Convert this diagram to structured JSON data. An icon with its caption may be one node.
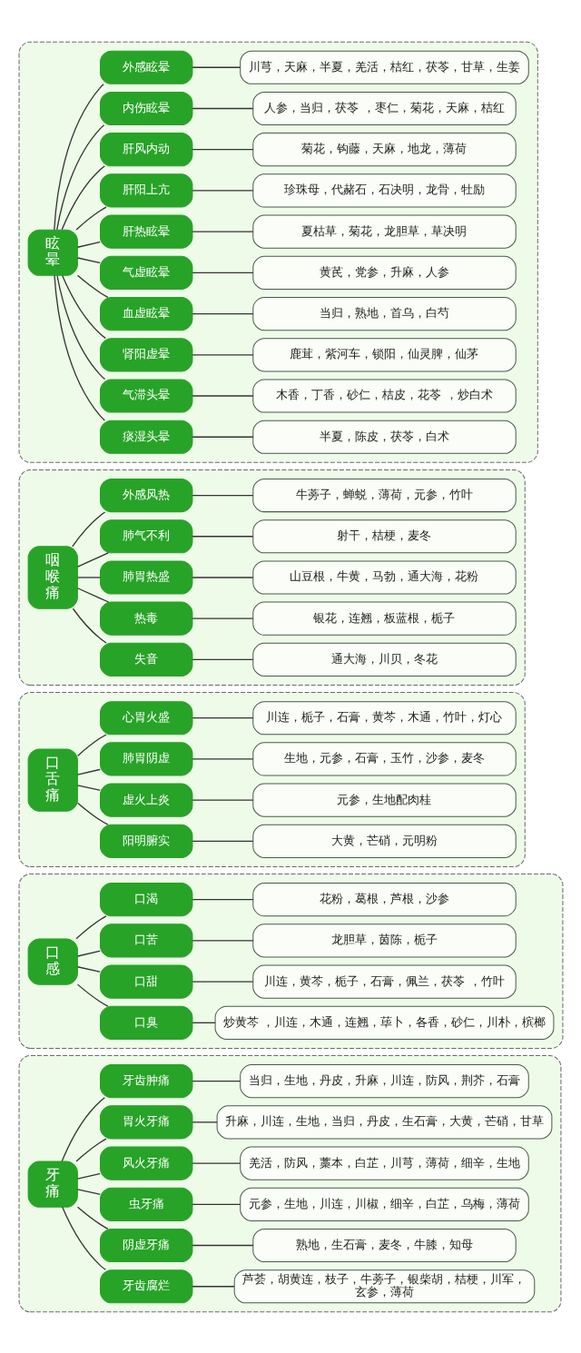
{
  "diagram": {
    "nodes": [
      {
        "text": [],
        "shape": "box"
      },
      {
        "text": [
          "眩晕"
        ],
        "in": 0
      },
      {
        "text": [
          "外感眩晕"
        ],
        "in": 0
      },
      {
        "text": [
          "川芎，天麻，半夏，羌活，桔红，茯苓，甘草，生姜"
        ],
        "in": 0
      },
      {
        "text": [
          "内伤眩晕"
        ],
        "in": 0
      },
      {
        "text": [
          "人参，当归，茯苓 ，枣仁，菊花，天麻，桔红"
        ],
        "in": 0
      },
      {
        "text": [
          "肝风内动"
        ],
        "in": 0
      },
      {
        "text": [
          "菊花，钩藤，天麻，地龙，薄荷"
        ],
        "in": 0
      },
      {
        "text": [
          "肝阳上亢"
        ],
        "in": 0
      },
      {
        "text": [
          "珍珠母，代赭石，石决明，龙骨，牡励"
        ],
        "in": 0
      },
      {
        "text": [
          "肝热眩晕"
        ],
        "in": 0
      },
      {
        "text": [
          "夏枯草，菊花，龙胆草，草决明"
        ],
        "in": 0
      },
      {
        "text": [
          "气虚眩晕"
        ],
        "in": 0
      },
      {
        "text": [
          "黄芪，党参，升麻，人参"
        ],
        "in": 0
      },
      {
        "text": [
          "血虚眩晕"
        ],
        "in": 0
      },
      {
        "text": [
          "当归，熟地，首乌，白芍"
        ],
        "in": 0
      },
      {
        "text": [
          "肾阳虚晕"
        ],
        "in": 0
      },
      {
        "text": [
          "鹿茸，紫河车，锁阳，仙灵脾，仙茅"
        ],
        "in": 0
      },
      {
        "text": [
          "气滞头晕"
        ],
        "in": 0
      },
      {
        "text": [
          "木香，丁香，砂仁，桔皮，花苓 ，炒白术"
        ],
        "in": 0
      },
      {
        "text": [
          "痰湿头晕"
        ],
        "in": 0
      },
      {
        "text": [
          "半夏，陈皮，茯苓，白术"
        ],
        "in": 0
      },
      {
        "text": [],
        "shape": "box"
      },
      {
        "text": [
          "咽喉痛"
        ],
        "in": 22
      },
      {
        "text": [
          "外感风热"
        ],
        "in": 22
      },
      {
        "text": [
          "牛蒡子，蝉蜕，薄荷，元参，竹叶"
        ],
        "in": 22
      },
      {
        "text": [
          "肺气不利"
        ],
        "in": 22
      },
      {
        "text": [
          "射干，桔梗，麦冬"
        ],
        "in": 22
      },
      {
        "text": [
          "肺胃热盛"
        ],
        "in": 22
      },
      {
        "text": [
          "山豆根，牛黄，马勃，通大海，花粉"
        ],
        "in": 22
      },
      {
        "text": [
          "热毒"
        ],
        "in": 22
      },
      {
        "text": [
          "银花，连翘，板蓝根，栀子"
        ],
        "in": 22
      },
      {
        "text": [
          "失音"
        ],
        "in": 22
      },
      {
        "text": [
          "通大海，川贝，冬花"
        ],
        "in": 22
      },
      {
        "text": [],
        "shape": "box"
      },
      {
        "text": [
          "口舌痛"
        ],
        "in": 34
      },
      {
        "text": [
          "心胃火盛"
        ],
        "in": 34
      },
      {
        "text": [
          "川连，栀子，石膏，黄芩，木通，竹叶，灯心"
        ],
        "in": 34
      },
      {
        "text": [
          "肺胃阴虚"
        ],
        "in": 34
      },
      {
        "text": [
          "生地，元参，石膏，玉竹，沙参，麦冬"
        ],
        "in": 34
      },
      {
        "text": [
          "虚火上炎"
        ],
        "in": 34
      },
      {
        "text": [
          "元参，生地配肉桂"
        ],
        "in": 34
      },
      {
        "text": [
          "阳明腑实"
        ],
        "in": 34
      },
      {
        "text": [
          "大黄，芒硝，元明粉"
        ],
        "in": 34
      },
      {
        "text": [],
        "shape": "box"
      },
      {
        "text": [
          "口感"
        ],
        "in": 44
      },
      {
        "text": [
          "口渴"
        ],
        "in": 44
      },
      {
        "text": [
          "花粉，葛根，芦根，沙参"
        ],
        "in": 44
      },
      {
        "text": [
          "口苦"
        ],
        "in": 44
      },
      {
        "text": [
          "龙胆草，茵陈，栀子"
        ],
        "in": 44
      },
      {
        "text": [
          "口甜"
        ],
        "in": 44
      },
      {
        "text": [
          "川连，黄芩，栀子，石膏，佩兰，茯苓 ，竹叶"
        ],
        "in": 44
      },
      {
        "text": [
          "口臭"
        ],
        "in": 44
      },
      {
        "text": [
          "炒黄芩 ，川连，木通，连翘，荜卜，各香，砂仁，川朴，槟榔"
        ],
        "in": 44
      },
      {
        "text": [],
        "shape": "box"
      },
      {
        "text": [
          "牙痛"
        ],
        "in": 54
      },
      {
        "text": [
          "牙齿肿痛"
        ],
        "in": 54
      },
      {
        "text": [
          "当归，生地，丹皮，升麻，川连，防风，荆芥，石膏"
        ],
        "in": 54
      },
      {
        "text": [
          "胃火牙痛"
        ],
        "in": 54
      },
      {
        "text": [
          "升麻，川连，生地，当归，丹皮，生石膏，大黄，芒硝，甘草"
        ],
        "in": 54
      },
      {
        "text": [
          "风火牙痛"
        ],
        "in": 54
      },
      {
        "text": [
          "羌活，防风，藁本，白芷，川芎，薄荷，细辛，生地"
        ],
        "in": 54
      },
      {
        "text": [
          "虫牙痛"
        ],
        "in": 54
      },
      {
        "text": [
          "元参，生地，川连，川椒，细辛，白芷，乌梅，薄荷"
        ],
        "in": 54
      },
      {
        "text": [
          "阴虚牙痛"
        ],
        "in": 54
      },
      {
        "text": [
          "熟地，生石膏，麦冬，牛膝，知母"
        ],
        "in": 54
      },
      {
        "text": [
          "牙齿腐烂"
        ],
        "in": 54
      },
      {
        "text": [
          "芦荟，胡黄连，枝子，牛蒡子，银柴胡，桔梗，川军，玄参，薄荷"
        ],
        "in": 54
      }
    ],
    "edges": [
      {
        "from": 1,
        "to": 2,
        "arrow": "none"
      },
      {
        "from": 2,
        "to": 3,
        "arrow": "none"
      },
      {
        "from": 1,
        "to": 4,
        "arrow": "none"
      },
      {
        "from": 4,
        "to": 5,
        "arrow": "none"
      },
      {
        "from": 1,
        "to": 6,
        "arrow": "none"
      },
      {
        "from": 6,
        "to": 7,
        "arrow": "none"
      },
      {
        "from": 1,
        "to": 8,
        "arrow": "none"
      },
      {
        "from": 8,
        "to": 9,
        "arrow": "none"
      },
      {
        "from": 1,
        "to": 10,
        "arrow": "none"
      },
      {
        "from": 10,
        "to": 11,
        "arrow": "none"
      },
      {
        "from": 1,
        "to": 12,
        "arrow": "none"
      },
      {
        "from": 12,
        "to": 13,
        "arrow": "none"
      },
      {
        "from": 1,
        "to": 14,
        "arrow": "none"
      },
      {
        "from": 14,
        "to": 15,
        "arrow": "none"
      },
      {
        "from": 1,
        "to": 16,
        "arrow": "none"
      },
      {
        "from": 16,
        "to": 17,
        "arrow": "none"
      },
      {
        "from": 1,
        "to": 18,
        "arrow": "none"
      },
      {
        "from": 18,
        "to": 19,
        "arrow": "none"
      },
      {
        "from": 1,
        "to": 20,
        "arrow": "none"
      },
      {
        "from": 20,
        "to": 21,
        "arrow": "none"
      },
      {
        "from": 23,
        "to": 24,
        "arrow": "none"
      },
      {
        "from": 24,
        "to": 25,
        "arrow": "none"
      },
      {
        "from": 23,
        "to": 26,
        "arrow": "none"
      },
      {
        "from": 26,
        "to": 27,
        "arrow": "none"
      },
      {
        "from": 23,
        "to": 28,
        "arrow": "none"
      },
      {
        "from": 28,
        "to": 29,
        "arrow": "none"
      },
      {
        "from": 23,
        "to": 30,
        "arrow": "none"
      },
      {
        "from": 30,
        "to": 31,
        "arrow": "none"
      },
      {
        "from": 23,
        "to": 32,
        "arrow": "none"
      },
      {
        "from": 32,
        "to": 33,
        "arrow": "none"
      },
      {
        "from": 35,
        "to": 36,
        "arrow": "none"
      },
      {
        "from": 36,
        "to": 37,
        "arrow": "none"
      },
      {
        "from": 35,
        "to": 38,
        "arrow": "none"
      },
      {
        "from": 38,
        "to": 39,
        "arrow": "none"
      },
      {
        "from": 35,
        "to": 40,
        "arrow": "none"
      },
      {
        "from": 40,
        "to": 41,
        "arrow": "none"
      },
      {
        "from": 35,
        "to": 42,
        "arrow": "none"
      },
      {
        "from": 42,
        "to": 43,
        "arrow": "none"
      },
      {
        "from": 45,
        "to": 46,
        "arrow": "none"
      },
      {
        "from": 46,
        "to": 47,
        "arrow": "none"
      },
      {
        "from": 45,
        "to": 48,
        "arrow": "none"
      },
      {
        "from": 48,
        "to": 49,
        "arrow": "none"
      },
      {
        "from": 45,
        "to": 50,
        "arrow": "none"
      },
      {
        "from": 50,
        "to": 51,
        "arrow": "none"
      },
      {
        "from": 45,
        "to": 52,
        "arrow": "none"
      },
      {
        "from": 52,
        "to": 53,
        "arrow": "none"
      },
      {
        "from": 55,
        "to": 56,
        "arrow": "none"
      },
      {
        "from": 56,
        "to": 57,
        "arrow": "none"
      },
      {
        "from": 55,
        "to": 58,
        "arrow": "none"
      },
      {
        "from": 58,
        "to": 59,
        "arrow": "none"
      },
      {
        "from": 55,
        "to": 60,
        "arrow": "none"
      },
      {
        "from": 60,
        "to": 61,
        "arrow": "none"
      },
      {
        "from": 55,
        "to": 62,
        "arrow": "none"
      },
      {
        "from": 62,
        "to": 63,
        "arrow": "none"
      },
      {
        "from": 55,
        "to": 64,
        "arrow": "none"
      },
      {
        "from": 64,
        "to": 65,
        "arrow": "none"
      },
      {
        "from": 55,
        "to": 66,
        "arrow": "none"
      },
      {
        "from": 66,
        "to": 67,
        "arrow": "none"
      }
    ]
  }
}
